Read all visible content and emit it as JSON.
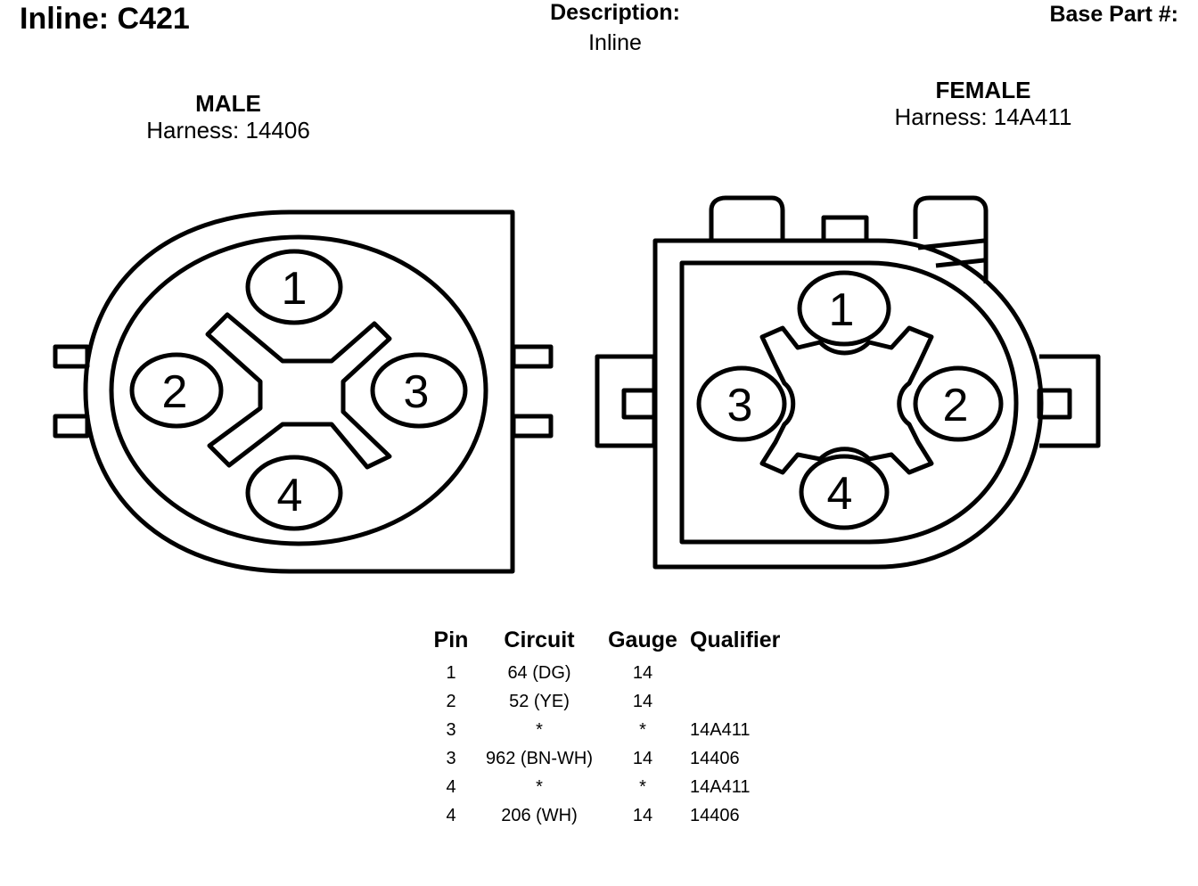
{
  "header": {
    "title": "Inline: C421",
    "description_label": "Description:",
    "description_value": "Inline",
    "base_part_label": "Base Part #:"
  },
  "male": {
    "label": "MALE",
    "harness": "Harness: 14406",
    "pins": [
      "1",
      "2",
      "3",
      "4"
    ]
  },
  "female": {
    "label": "FEMALE",
    "harness": "Harness: 14A411",
    "pins": [
      "1",
      "3",
      "2",
      "4"
    ]
  },
  "table": {
    "headers": [
      "Pin",
      "Circuit",
      "Gauge",
      "Qualifier"
    ],
    "rows": [
      [
        "1",
        "64 (DG)",
        "14",
        ""
      ],
      [
        "2",
        "52 (YE)",
        "14",
        ""
      ],
      [
        "3",
        "*",
        "*",
        "14A411"
      ],
      [
        "3",
        "962 (BN-WH)",
        "14",
        "14406"
      ],
      [
        "4",
        "*",
        "*",
        "14A411"
      ],
      [
        "4",
        "206 (WH)",
        "14",
        "14406"
      ]
    ]
  }
}
